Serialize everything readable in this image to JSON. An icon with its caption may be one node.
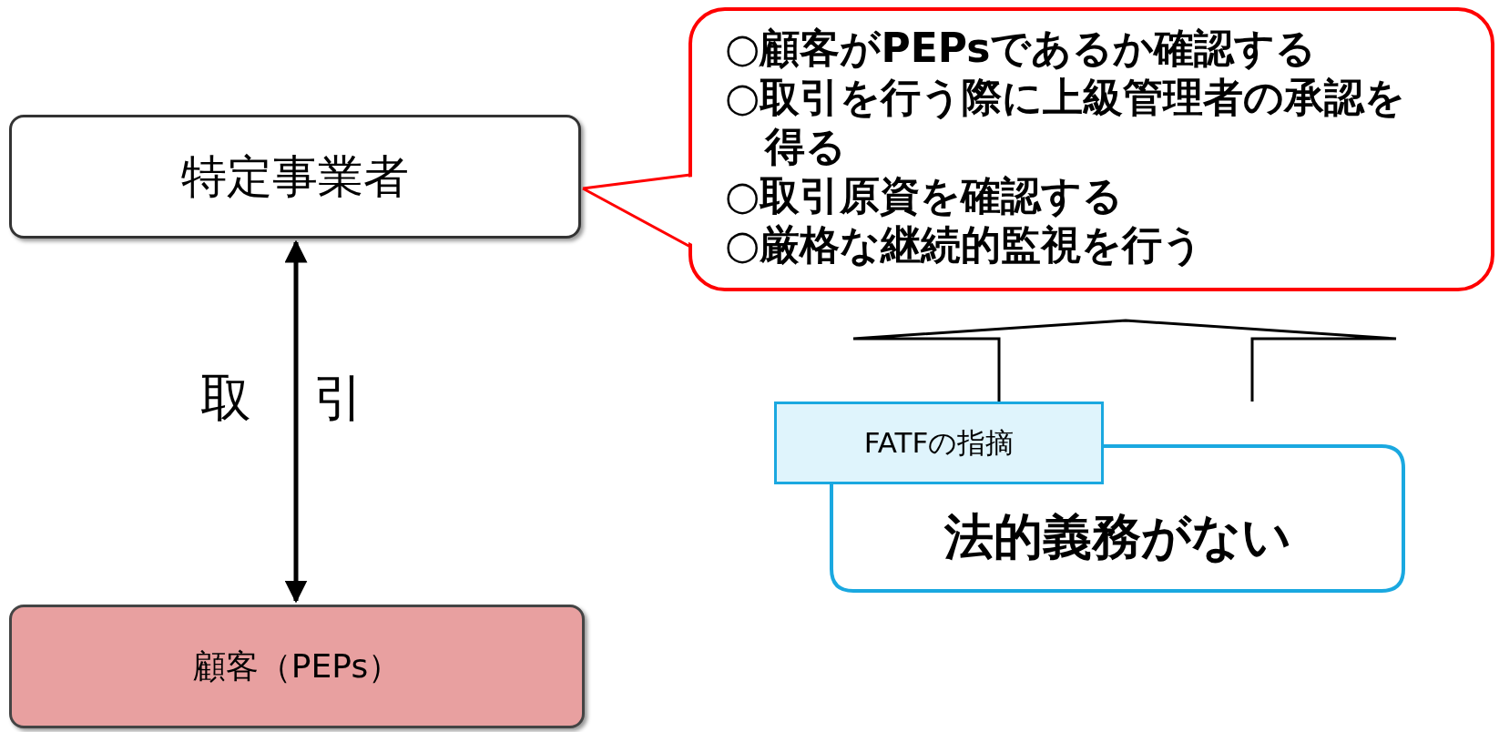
{
  "diagram": {
    "nodes": [
      {
        "text": [
          "特定事業者"
        ]
      },
      {
        "text": [
          "顧客（PEPs）"
        ]
      },
      {
        "text": [
          "○顧客がPEPsであるか確認する",
          "○取引を行う際に上級管理者の承認を得る",
          "○取引原資を確認する",
          "○厳格な継続的監視を行う"
        ]
      },
      {
        "text": [
          "FATFの指摘"
        ]
      },
      {
        "text": [
          "法的義務がない"
        ]
      }
    ],
    "edges": [
      {
        "from": 0,
        "to": 1,
        "arrow": "both",
        "label": "取 引"
      },
      {
        "from": 2,
        "to": 0,
        "arrow": "none",
        "color": "#ff0000"
      },
      {
        "from": 3,
        "to": 2,
        "arrow": "to"
      }
    ]
  }
}
